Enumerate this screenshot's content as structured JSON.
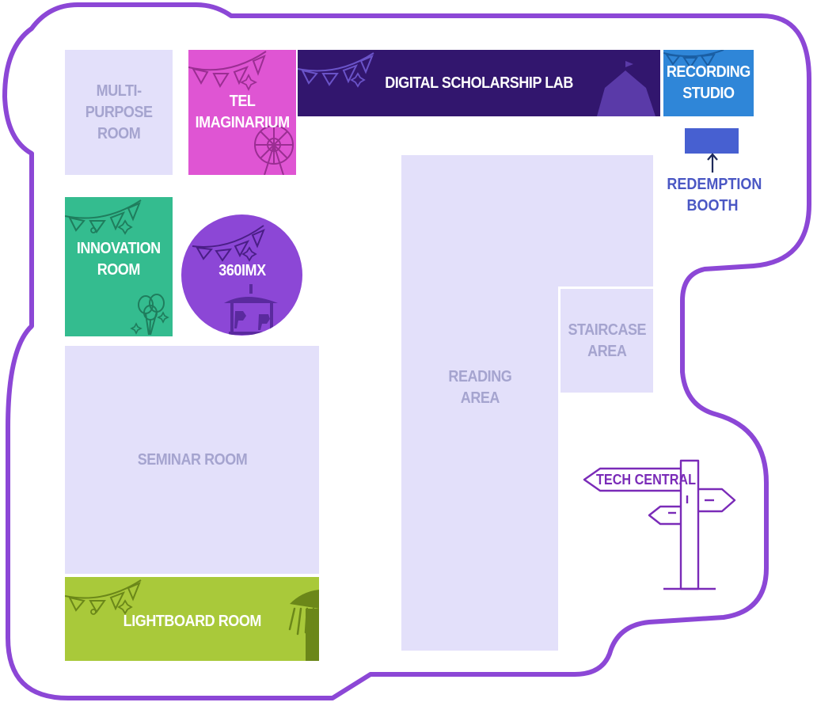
{
  "rooms": {
    "multipurpose": "MULTI-\nPURPOSE\nROOM",
    "tel": "TEL\nIMAGINARIUM",
    "dsl": "DIGITAL SCHOLARSHIP LAB",
    "recording": "RECORDING\nSTUDIO",
    "innovation": "INNOVATION\nROOM",
    "imx": "360IMX",
    "seminar": "SEMINAR ROOM",
    "reading": "READING\nAREA",
    "staircase": "STAIRCASE\nAREA",
    "lightboard": "LIGHTBOARD ROOM"
  },
  "redemption_booth": "REDEMPTION\nBOOTH",
  "signpost": {
    "label": "TECH CENTRAL",
    "icon": "signpost-icon"
  },
  "colors": {
    "outline": "#8c47d6",
    "lavender": "#e3e0fa",
    "lavender_text": "#a5a4cf",
    "tel": "#df55d3",
    "dsl": "#32166e",
    "recording": "#2f86d8",
    "booth": "#4760d1",
    "innovation": "#34bc8f",
    "imx": "#8c47d6",
    "lightboard": "#a9c93a",
    "sign": "#7a2bb8"
  },
  "icons": [
    "bunting-icon",
    "ferris-wheel-icon",
    "circus-tent-icon",
    "balloons-icon",
    "carousel-icon",
    "swing-ride-icon",
    "sparkle-icon",
    "arrow-up-icon"
  ]
}
